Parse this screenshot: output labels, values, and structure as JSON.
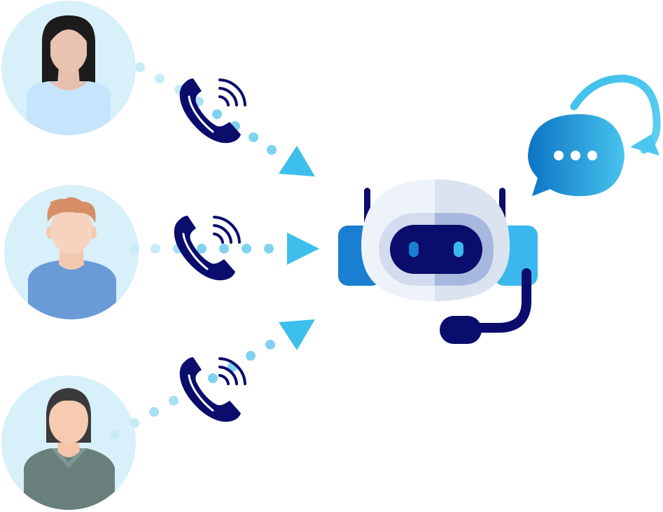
{
  "diagram": {
    "callers": [
      {
        "id": "caller-woman",
        "icon": "woman-avatar-icon"
      },
      {
        "id": "caller-man",
        "icon": "man-avatar-icon"
      },
      {
        "id": "caller-person",
        "icon": "person-avatar-icon"
      }
    ],
    "connector_icon": "phone-ringing-icon",
    "target_icon": "robot-agent-headset-icon",
    "reply_icon": "chat-bubble-refresh-icon",
    "colors": {
      "avatar_circle": "#d7f0fa",
      "dot": "#7fd3f0",
      "dot_faint": "#c8ebf7",
      "arrow": "#3cbfea",
      "phone": "#0a0d6b",
      "robot_navy": "#0a0d6b",
      "robot_shell_light": "#eef3fa",
      "robot_shell_shade": "#dbe3f0",
      "robot_ear_left": "#1a7fd0",
      "robot_ear_right": "#3ab8ee",
      "bubble_start": "#0b74c4",
      "bubble_end": "#48c3ee"
    }
  }
}
